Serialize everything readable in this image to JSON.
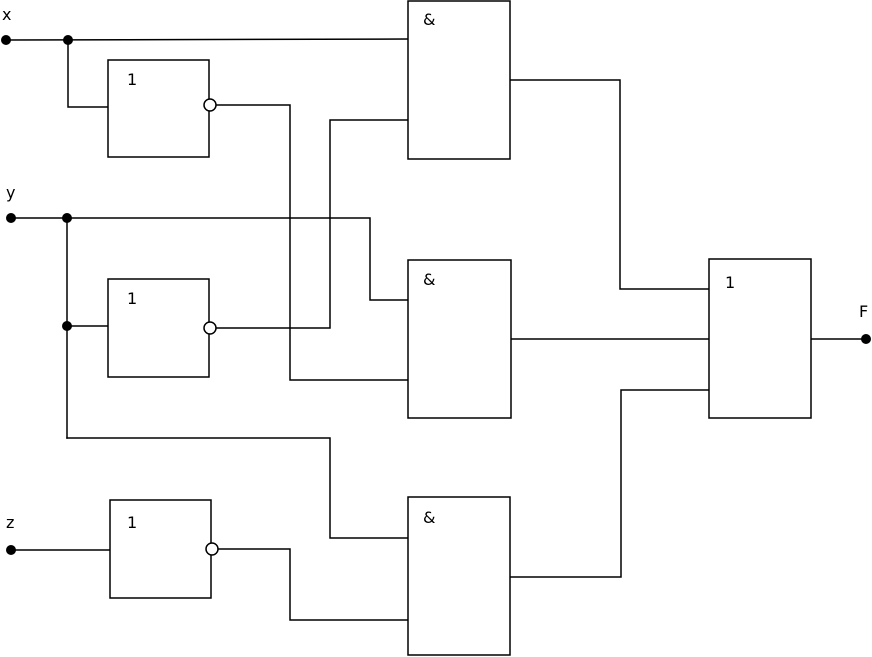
{
  "inputs": {
    "x": "x",
    "y": "y",
    "z": "z"
  },
  "output": "F",
  "gates": {
    "not_x": "1",
    "not_y": "1",
    "not_z": "1",
    "and_top": "&",
    "and_middle": "&",
    "and_bottom": "&",
    "or_output": "1"
  }
}
